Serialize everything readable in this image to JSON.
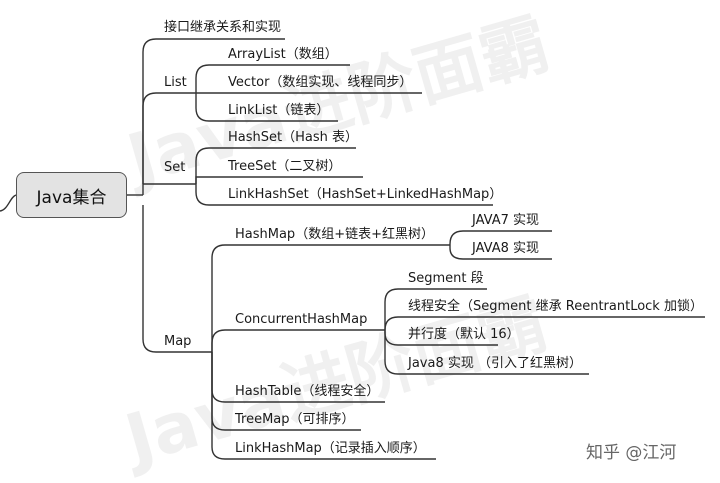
{
  "root": "Java集合",
  "nodes": {
    "impl": "接口继承关系和实现",
    "list": "List",
    "arraylist": "ArrayList（数组）",
    "vector": "Vector（数组实现、线程同步）",
    "linklist": "LinkList（链表）",
    "set": "Set",
    "hashset": "HashSet（Hash 表）",
    "treeset": "TreeSet（二叉树）",
    "linkhashset": "LinkHashSet（HashSet+LinkedHashMap）",
    "map": "Map",
    "hashmap": "HashMap（数组+链表+红黑树）",
    "java7": "JAVA7 实现",
    "java8": "JAVA8 实现",
    "concurrenthashmap": "ConcurrentHashMap",
    "segment": "Segment 段",
    "threadsafe": "线程安全（Segment 继承 ReentrantLock 加锁）",
    "concurrency": "并行度（默认 16）",
    "java8impl": "Java8 实现 （引入了红黑树）",
    "hashtable": "HashTable（线程安全）",
    "treemap": "TreeMap（可排序）",
    "linkhashmap": "LinkHashMap（记录插入顺序）"
  },
  "watermarks": [
    "Java进阶面霸",
    "Java进阶面霸"
  ],
  "credit": "知乎 @江河",
  "colors": {
    "line": "#333333",
    "root_fill": "#e3e3e3",
    "watermark": "#000000"
  }
}
